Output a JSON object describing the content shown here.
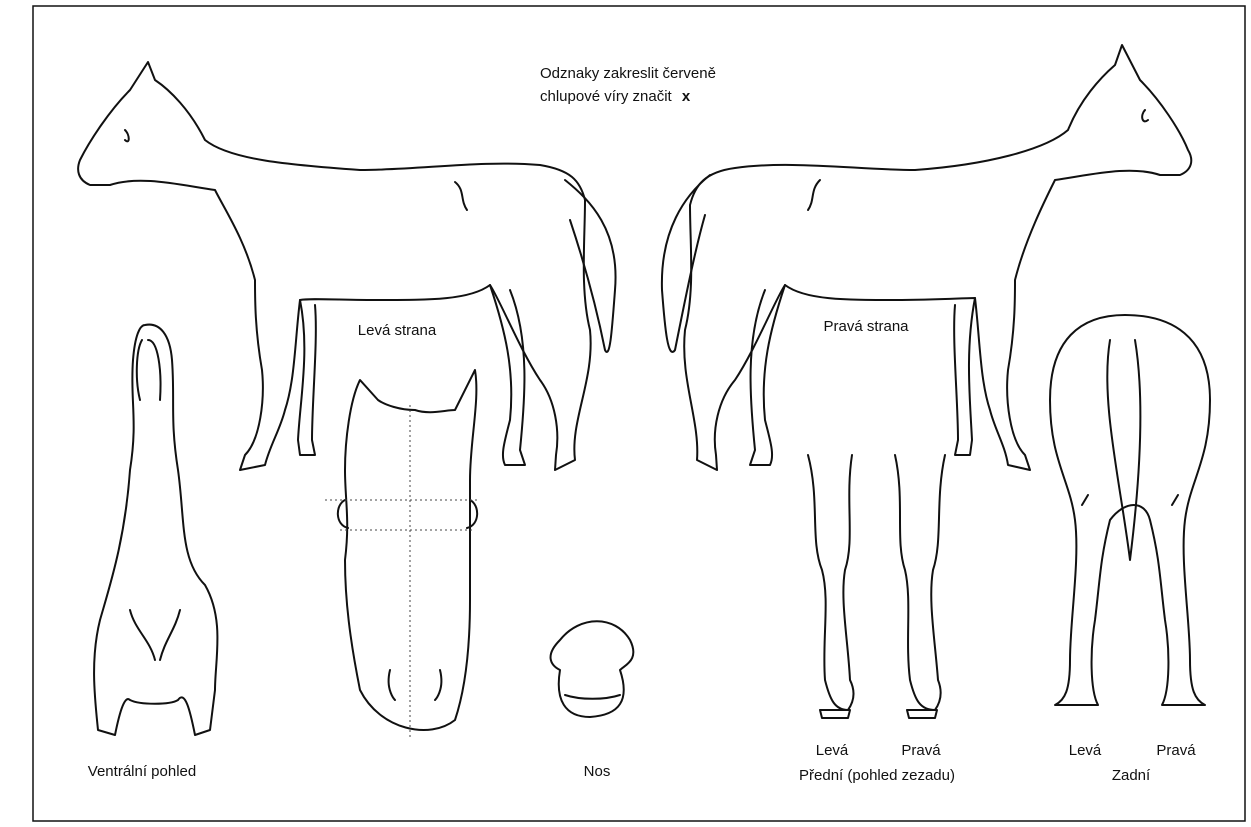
{
  "instructions": {
    "line1": "Odznaky zakreslit červeně",
    "line2": "chlupové víry značit",
    "marker": "x"
  },
  "views": {
    "left_side": "Levá strana",
    "right_side": "Pravá strana",
    "ventral": "Ventrální pohled",
    "nose": "Nos",
    "front_left": "Levá",
    "front_right": "Pravá",
    "front_caption": "Přední (pohled zezadu)",
    "rear_left": "Levá",
    "rear_right": "Pravá",
    "rear_caption": "Zadní"
  }
}
